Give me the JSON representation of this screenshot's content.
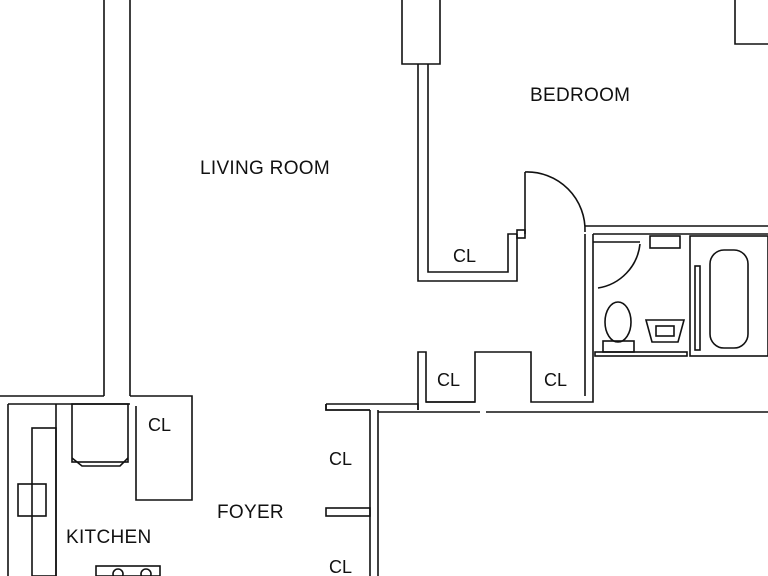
{
  "rooms": {
    "bedroom": "BEDROOM",
    "living_room": "LIVING ROOM",
    "foyer": "FOYER",
    "kitchen": "KITCHEN"
  },
  "closets": {
    "bedroom": "CL",
    "hall_left": "CL",
    "hall_right": "CL",
    "kitchen": "CL",
    "foyer_upper": "CL",
    "foyer_lower": "CL"
  },
  "colors": {
    "line": "#111111",
    "background": "#ffffff"
  }
}
